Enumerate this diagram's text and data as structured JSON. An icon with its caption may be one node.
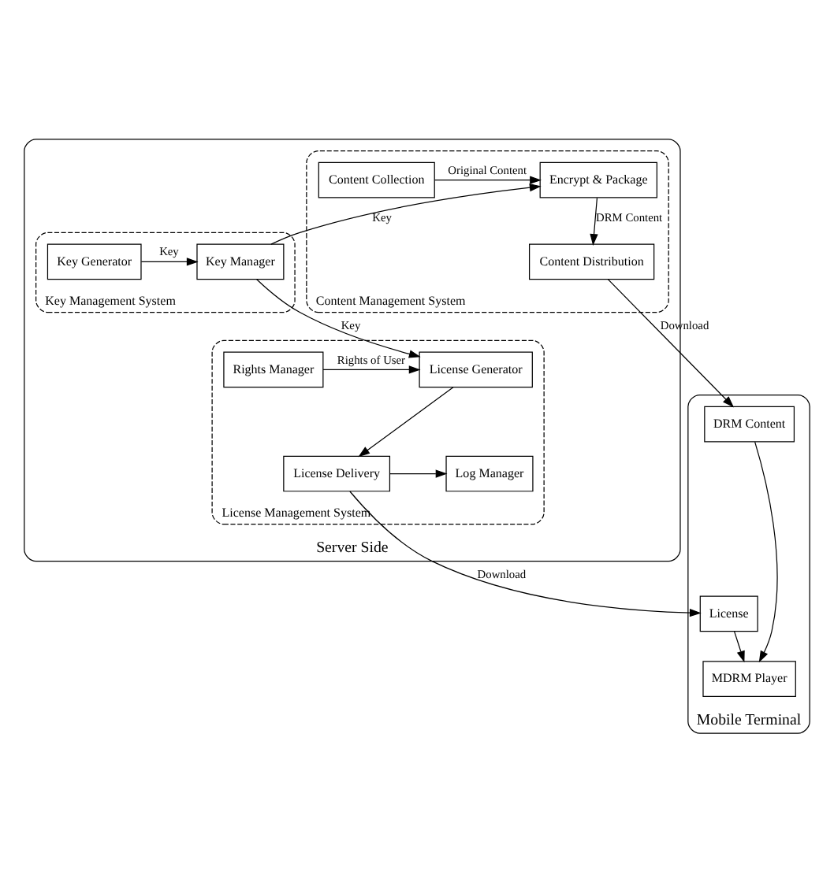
{
  "diagram": {
    "nodes": [
      {
        "text": [
          "Server Side"
        ]
      },
      {
        "text": [
          "Content Management System"
        ],
        "in": 0
      },
      {
        "text": [
          "Content Collection"
        ],
        "in": 1
      },
      {
        "text": [
          "Encrypt & Package"
        ],
        "in": 1
      },
      {
        "text": [
          "Content Distribution"
        ],
        "in": 1
      },
      {
        "text": [
          "Key Management System"
        ],
        "in": 0
      },
      {
        "text": [
          "Key Generator"
        ],
        "in": 5
      },
      {
        "text": [
          "Key Manager"
        ],
        "in": 5
      },
      {
        "text": [
          "License Management System"
        ],
        "in": 0
      },
      {
        "text": [
          "Rights Manager"
        ],
        "in": 8
      },
      {
        "text": [
          "License Generator"
        ],
        "in": 8
      },
      {
        "text": [
          "Log Manager"
        ],
        "in": 8
      },
      {
        "text": [
          "License Delivery"
        ],
        "in": 8
      },
      {
        "text": [
          "Mobile Terminal"
        ]
      },
      {
        "text": [
          "DRM Content"
        ],
        "in": 13
      },
      {
        "text": [
          "MDRM Player"
        ],
        "in": 13
      },
      {
        "text": [
          "License"
        ],
        "in": 13
      }
    ],
    "edges": [
      {
        "from": 2,
        "to": 3,
        "arrow": "to",
        "label": "Original Content"
      },
      {
        "from": 3,
        "to": 4,
        "arrow": "to",
        "label": "DRM Content"
      },
      {
        "from": 7,
        "to": 3,
        "arrow": "to",
        "label": "Key"
      },
      {
        "from": 6,
        "to": 7,
        "arrow": "to",
        "label": "Key"
      },
      {
        "from": 7,
        "to": 10,
        "arrow": "to",
        "label": "Key"
      },
      {
        "from": 9,
        "to": 10,
        "arrow": "to",
        "label": "Rights of User"
      },
      {
        "from": 10,
        "to": 12,
        "arrow": "to"
      },
      {
        "from": 12,
        "to": 11,
        "arrow": "to"
      },
      {
        "from": 4,
        "to": 14,
        "arrow": "to",
        "label": "Download"
      },
      {
        "from": 12,
        "to": 16,
        "arrow": "to",
        "label": "Download"
      },
      {
        "from": 14,
        "to": 15,
        "arrow": "to"
      },
      {
        "from": 16,
        "to": 15,
        "arrow": "to"
      }
    ]
  }
}
